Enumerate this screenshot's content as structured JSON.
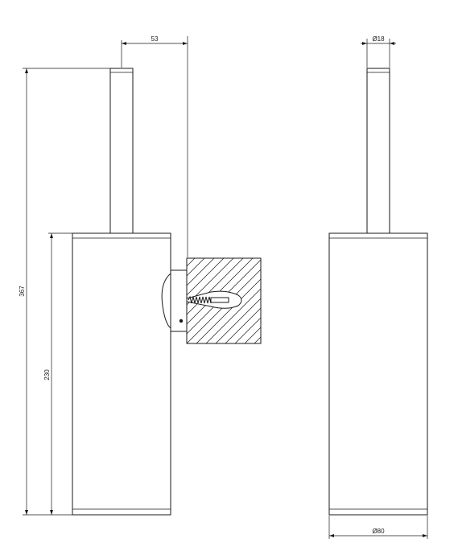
{
  "drawing": {
    "dimensions": {
      "offset_53": "53",
      "height_367": "367",
      "height_230": "230",
      "diameter_18": "Ø18",
      "diameter_80": "Ø80"
    }
  }
}
